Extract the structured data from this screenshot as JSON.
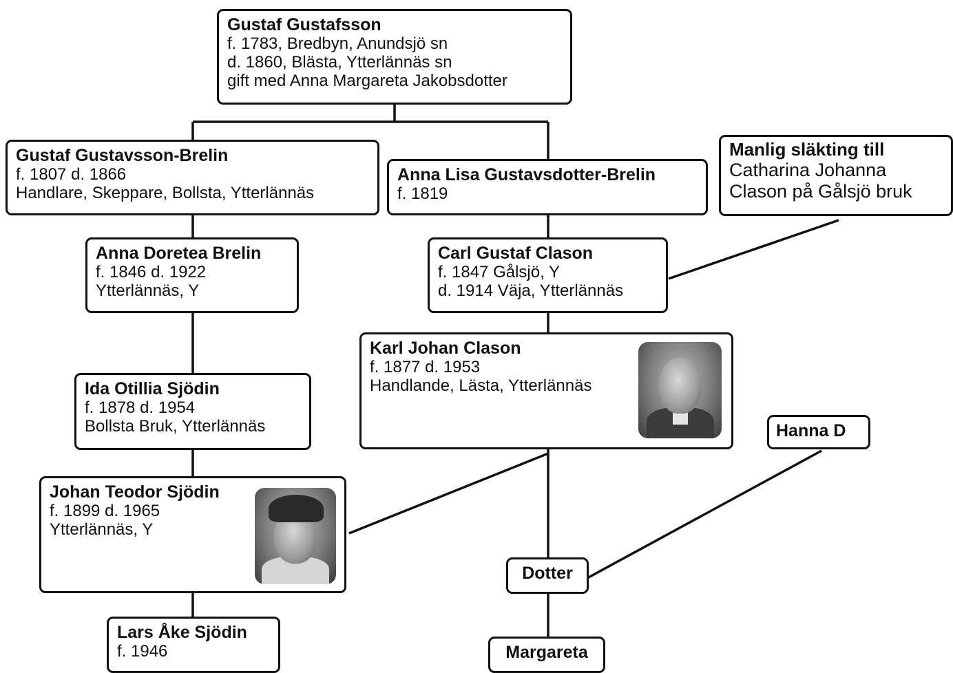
{
  "people": {
    "gustaf_gustafsson": {
      "name": "Gustaf Gustafsson",
      "lines": [
        "f. 1783, Bredbyn, Anundsjö sn",
        "d. 1860, Blästa, Ytterlännäs sn",
        "gift med Anna Margareta Jakobsdotter"
      ]
    },
    "gustaf_brelin": {
      "name": "Gustaf Gustavsson-Brelin",
      "lines": [
        "f. 1807 d. 1866",
        "Handlare, Skeppare, Bollsta, Ytterlännäs"
      ]
    },
    "anna_lisa": {
      "name": "Anna Lisa Gustavsdotter-Brelin",
      "lines": [
        "f. 1819"
      ]
    },
    "manlig": {
      "name": "Manlig släkting till",
      "lines": [
        "Catharina Johanna",
        "Clason på Gålsjö bruk"
      ]
    },
    "anna_doretea": {
      "name": "Anna Doretea Brelin",
      "lines": [
        "f. 1846 d. 1922",
        "Ytterlännäs, Y"
      ]
    },
    "carl_gustaf": {
      "name": "Carl Gustaf Clason",
      "lines": [
        "f. 1847 Gålsjö, Y",
        "d. 1914 Väja, Ytterlännäs"
      ]
    },
    "karl_johan": {
      "name": "Karl Johan Clason",
      "lines": [
        "f. 1877 d. 1953",
        "Handlande, Lästa, Ytterlännäs"
      ]
    },
    "ida_otillia": {
      "name": "Ida Otillia Sjödin",
      "lines": [
        "f. 1878 d. 1954",
        "Bollsta Bruk, Ytterlännäs"
      ]
    },
    "hanna_d": {
      "name": "Hanna D"
    },
    "johan_teodor": {
      "name": "Johan Teodor Sjödin",
      "lines": [
        "f. 1899 d. 1965",
        "Ytterlännäs, Y"
      ]
    },
    "dotter": {
      "name": "Dotter"
    },
    "lars_ake": {
      "name": "Lars Åke Sjödin",
      "lines": [
        "f. 1946"
      ]
    },
    "margareta": {
      "name": "Margareta"
    }
  }
}
